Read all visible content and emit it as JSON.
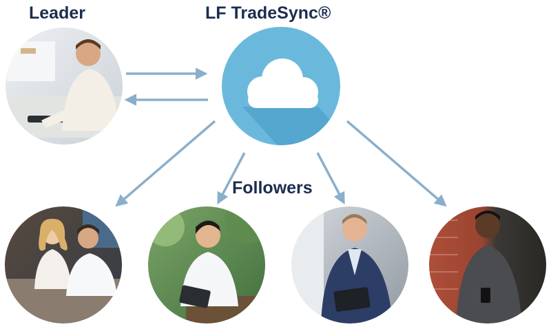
{
  "labels": {
    "leader": "Leader",
    "brand": "LF TradeSync®",
    "followers": "Followers"
  },
  "colors": {
    "title_text": "#1c2d4f",
    "arrow": "#8aafcc",
    "cloud_circle": "#6ab9dd",
    "cloud_shadow": "#4fa2c9",
    "cloud_fill": "#ffffff"
  },
  "icons": {
    "hub": "cloud-icon"
  },
  "photos": {
    "leader": "photo-man-typing-at-desk",
    "followers": [
      "photo-couple-looking-at-tablet",
      "photo-young-man-with-tablet",
      "photo-businessman-reading-tablet",
      "photo-man-using-phone"
    ]
  }
}
